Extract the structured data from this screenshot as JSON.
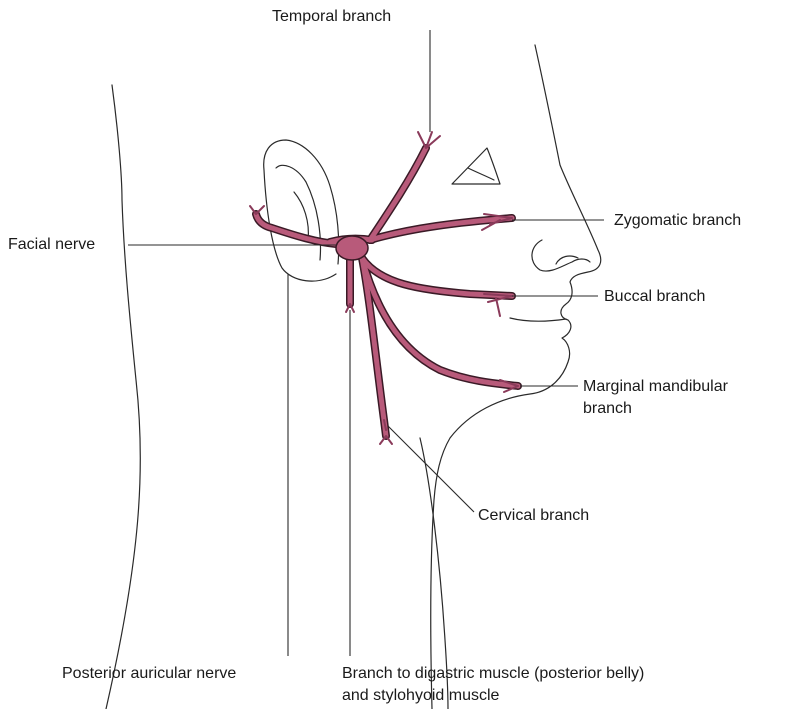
{
  "labels": {
    "temporal": "Temporal branch",
    "zygomatic": "Zygomatic branch",
    "facial_nerve": "Facial nerve",
    "buccal": "Buccal branch",
    "marginal_line1": "Marginal mandibular",
    "marginal_line2": "branch",
    "cervical": "Cervical branch",
    "posterior_auricular": "Posterior auricular nerve",
    "digastric_line1": "Branch to digastric muscle (posterior belly)",
    "digastric_line2": "and stylohyoid muscle"
  },
  "colors": {
    "nerve": "#b85a7a",
    "outline": "#2a2a2a",
    "background": "#ffffff"
  }
}
